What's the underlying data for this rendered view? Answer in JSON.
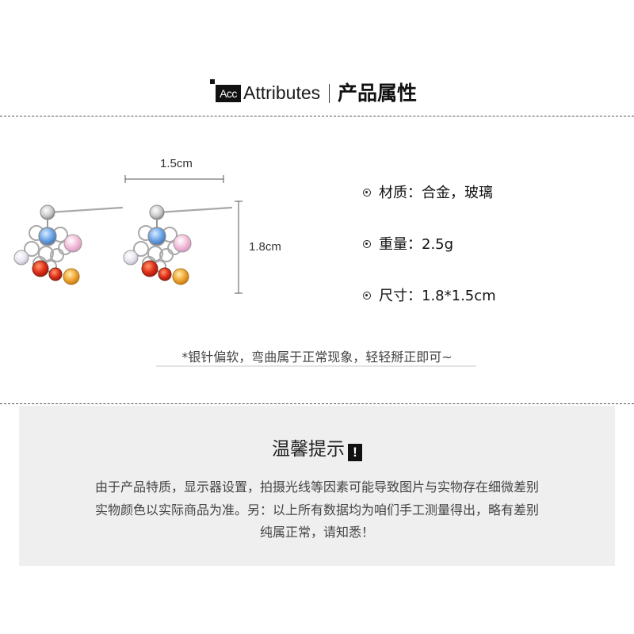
{
  "header": {
    "logo_text": "Acc",
    "title_en": "Attributes",
    "title_cn": "产品属性"
  },
  "dimensions": {
    "width_label": "1.5cm",
    "height_label": "1.8cm"
  },
  "specs": [
    {
      "text": "材质：合金，玻璃"
    },
    {
      "text": "重量：2.5g"
    },
    {
      "text": "尺寸：1.8*1.5cm"
    }
  ],
  "note": "*银针偏软，弯曲属于正常现象，轻轻掰正即可~",
  "notice": {
    "title": "温馨提示",
    "icon_label": "!",
    "lines": [
      "由于产品特质，显示器设置，拍摄光线等因素可能导致图片与实物存在细微差别",
      "实物颜色以实际商品为准。另：以上所有数据均为咱们手工测量得出，略有差别",
      "纯属正常，请知悉！"
    ]
  },
  "colors": {
    "notice_bg": "#efefef",
    "gem_blue": "#6ea6e8",
    "gem_pink": "#f1b8d6",
    "gem_red": "#e0301a",
    "gem_orange": "#f0a636",
    "gem_clear": "#e9e3ee"
  }
}
